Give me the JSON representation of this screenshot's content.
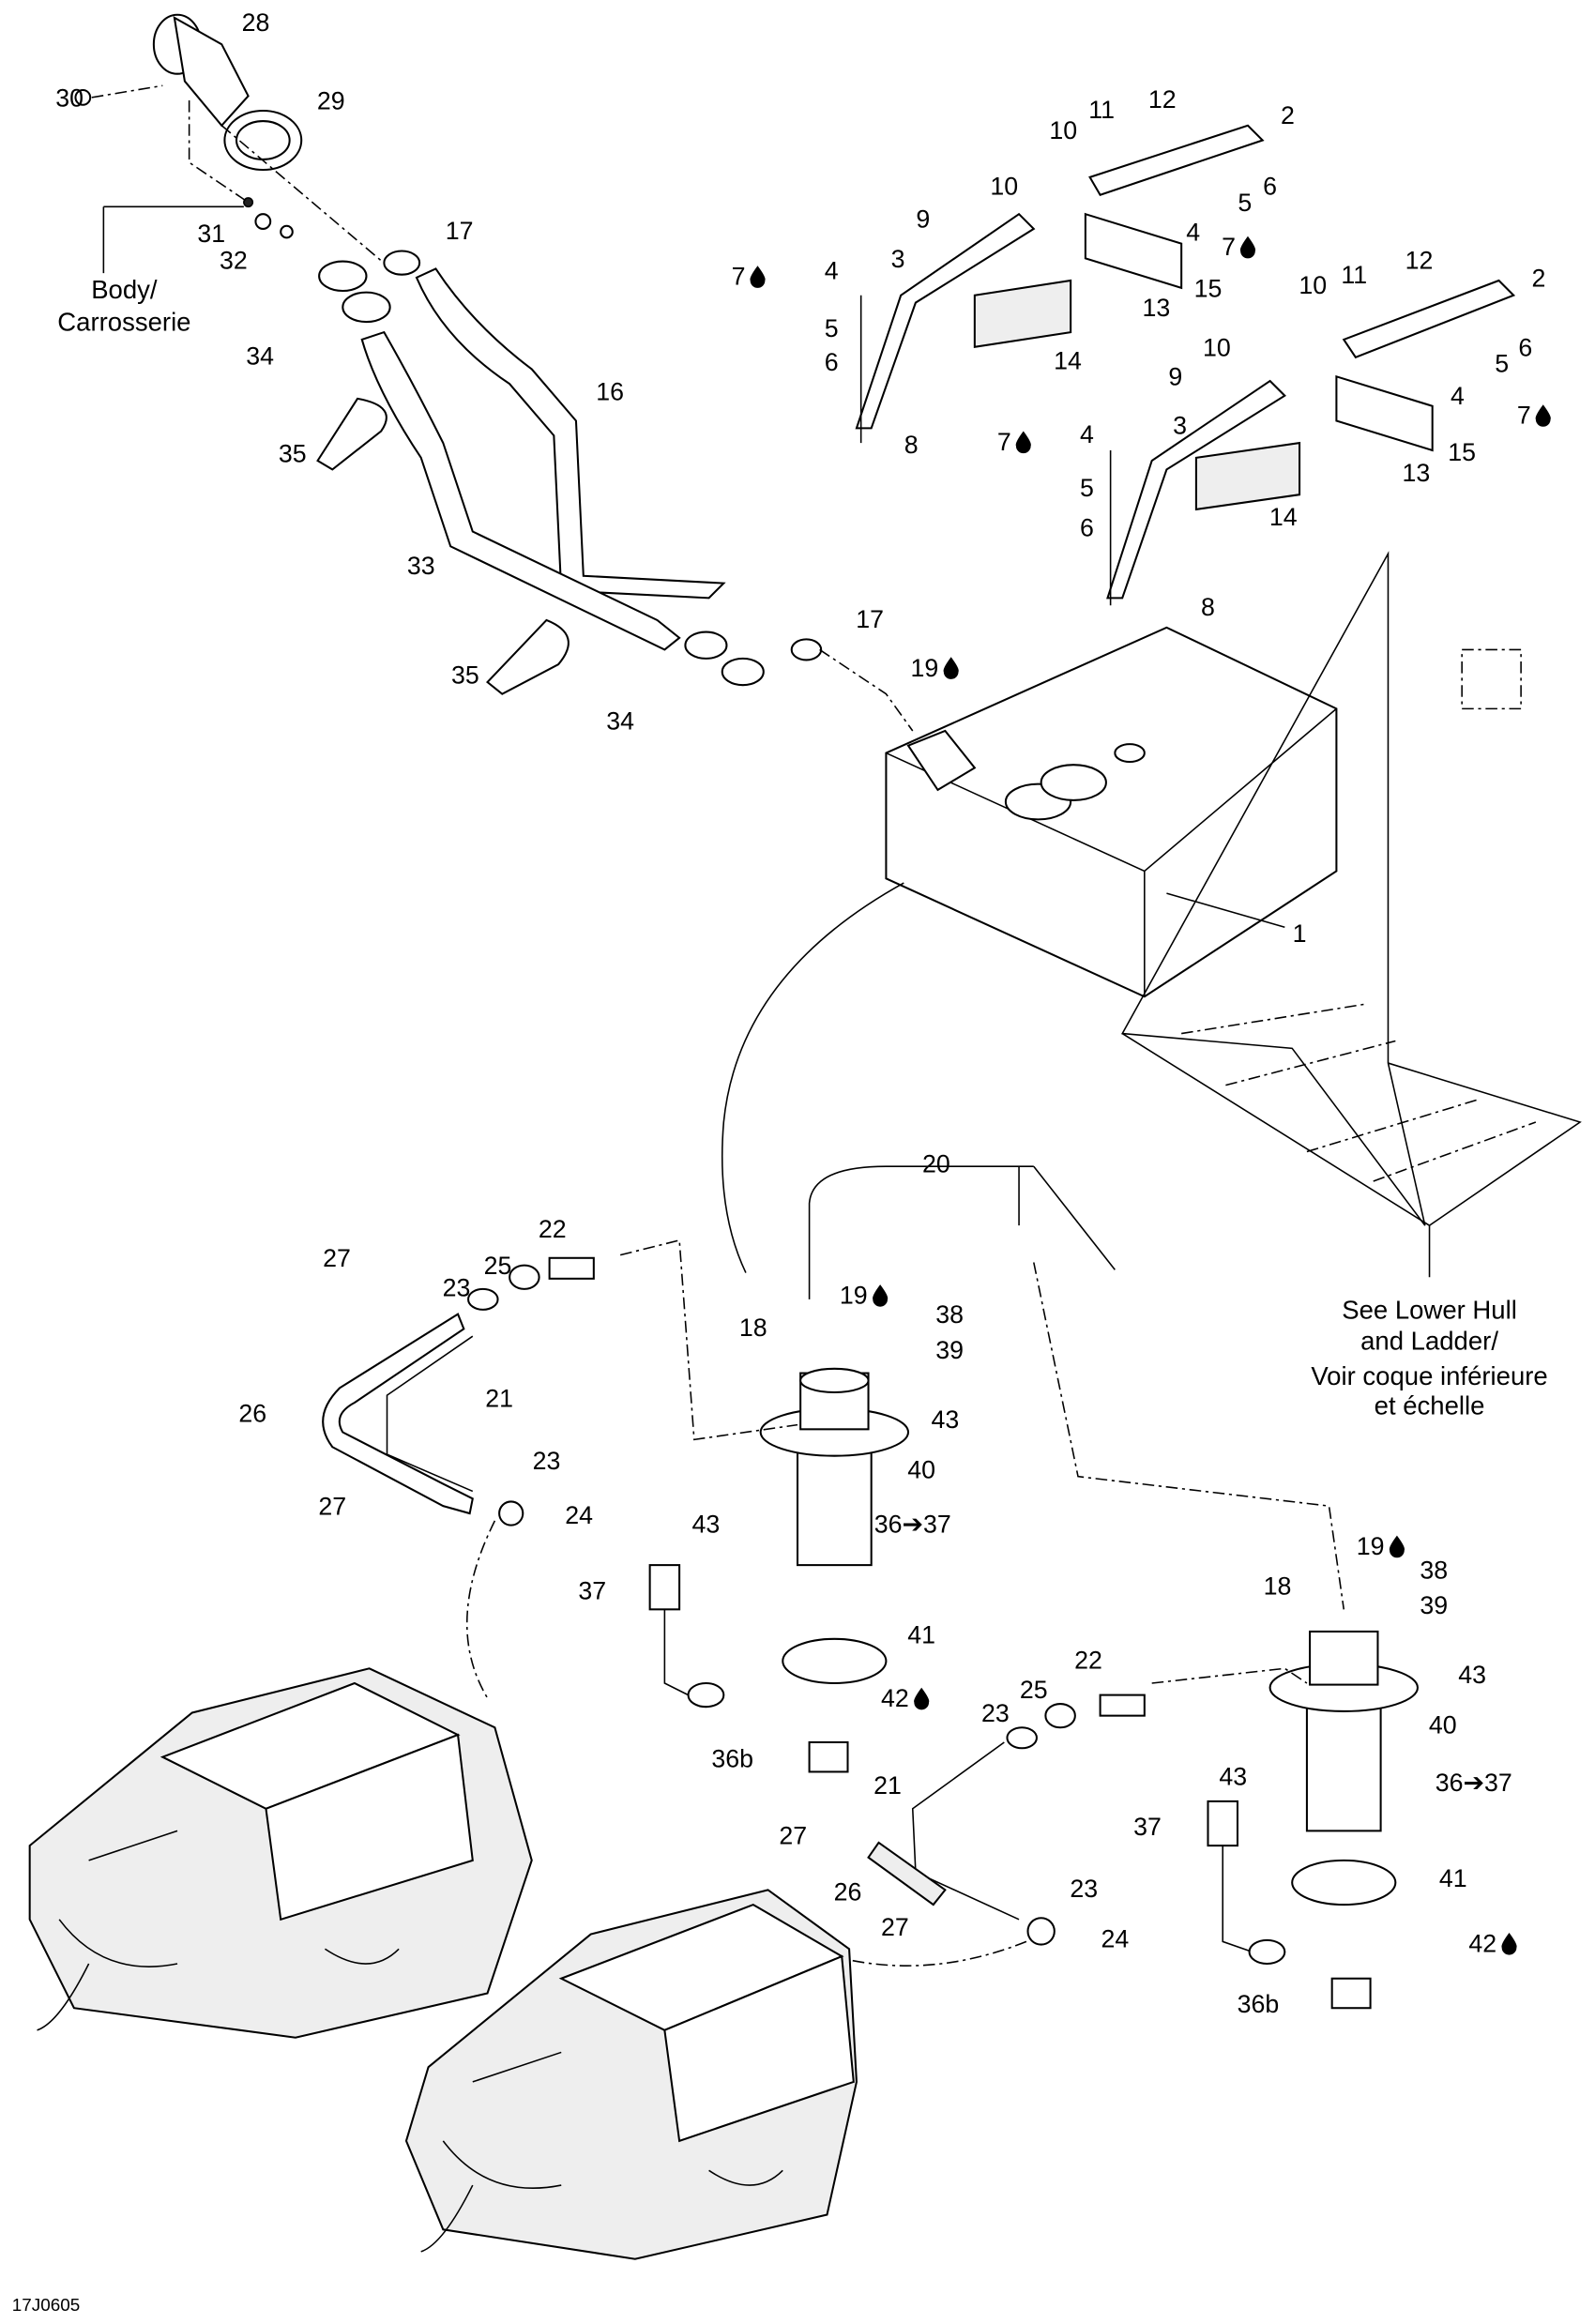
{
  "diagram_id": "17J0605",
  "notes": {
    "body": [
      "Body/",
      "Carrosserie"
    ],
    "lower_hull": [
      "See Lower Hull",
      "and Ladder/",
      "Voir coque inférieure",
      "et échelle"
    ]
  },
  "icons": {
    "lubricant": "drop-icon",
    "arrow": "arrow-right"
  },
  "callouts": [
    {
      "text": "28"
    },
    {
      "text": "30"
    },
    {
      "text": "29"
    },
    {
      "text": "31"
    },
    {
      "text": "32"
    },
    {
      "text": "17"
    },
    {
      "text": "34"
    },
    {
      "text": "16"
    },
    {
      "text": "35"
    },
    {
      "text": "33"
    },
    {
      "text": "35"
    },
    {
      "text": "17"
    },
    {
      "text": "34"
    },
    {
      "text": "19",
      "lubricant": true
    },
    {
      "text": "11"
    },
    {
      "text": "12"
    },
    {
      "text": "10"
    },
    {
      "text": "2"
    },
    {
      "text": "10"
    },
    {
      "text": "9"
    },
    {
      "text": "5"
    },
    {
      "text": "6"
    },
    {
      "text": "4"
    },
    {
      "text": "7",
      "lubricant": true
    },
    {
      "text": "3"
    },
    {
      "text": "7",
      "lubricant": true
    },
    {
      "text": "4"
    },
    {
      "text": "15"
    },
    {
      "text": "13"
    },
    {
      "text": "5"
    },
    {
      "text": "14"
    },
    {
      "text": "6"
    },
    {
      "text": "8"
    },
    {
      "text": "10"
    },
    {
      "text": "11"
    },
    {
      "text": "12"
    },
    {
      "text": "2"
    },
    {
      "text": "10"
    },
    {
      "text": "9"
    },
    {
      "text": "6"
    },
    {
      "text": "5"
    },
    {
      "text": "7",
      "lubricant": true
    },
    {
      "text": "4"
    },
    {
      "text": "15"
    },
    {
      "text": "3"
    },
    {
      "text": "13"
    },
    {
      "text": "5"
    },
    {
      "text": "4"
    },
    {
      "text": "7",
      "lubricant": true
    },
    {
      "text": "14"
    },
    {
      "text": "6"
    },
    {
      "text": "8"
    },
    {
      "text": "1"
    },
    {
      "text": "20"
    },
    {
      "text": "22"
    },
    {
      "text": "27"
    },
    {
      "text": "25"
    },
    {
      "text": "23"
    },
    {
      "text": "18"
    },
    {
      "text": "19",
      "lubricant": true
    },
    {
      "text": "38"
    },
    {
      "text": "39"
    },
    {
      "text": "26"
    },
    {
      "text": "21"
    },
    {
      "text": "43"
    },
    {
      "text": "23"
    },
    {
      "text": "40"
    },
    {
      "text": "27"
    },
    {
      "text": "24"
    },
    {
      "text": "43"
    },
    {
      "text": "36➔37"
    },
    {
      "text": "37"
    },
    {
      "text": "41"
    },
    {
      "text": "42",
      "lubricant": true
    },
    {
      "text": "36b"
    },
    {
      "text": "19",
      "lubricant": true
    },
    {
      "text": "18"
    },
    {
      "text": "38"
    },
    {
      "text": "39"
    },
    {
      "text": "22"
    },
    {
      "text": "25"
    },
    {
      "text": "23"
    },
    {
      "text": "43"
    },
    {
      "text": "40"
    },
    {
      "text": "21"
    },
    {
      "text": "43"
    },
    {
      "text": "36➔37"
    },
    {
      "text": "37"
    },
    {
      "text": "27"
    },
    {
      "text": "23"
    },
    {
      "text": "26"
    },
    {
      "text": "41"
    },
    {
      "text": "27"
    },
    {
      "text": "24"
    },
    {
      "text": "42",
      "lubricant": true
    },
    {
      "text": "36b"
    }
  ]
}
